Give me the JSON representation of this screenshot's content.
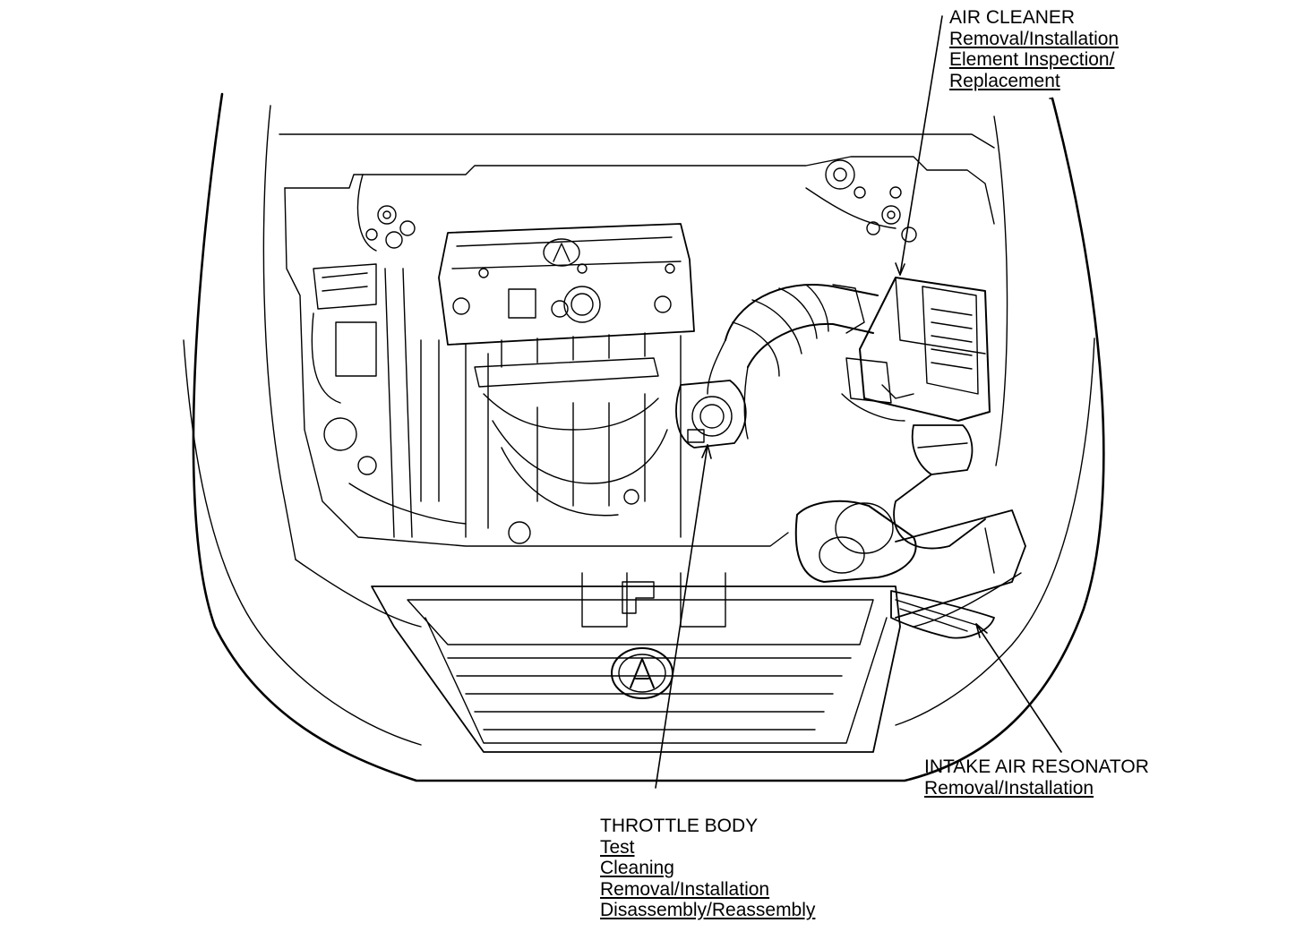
{
  "callouts": {
    "air_cleaner": {
      "title": "AIR CLEANER",
      "links": [
        "Removal/Installation",
        "Element Inspection/",
        "Replacement"
      ]
    },
    "intake_air_resonator": {
      "title": "INTAKE AIR RESONATOR",
      "links": [
        "Removal/Installation"
      ]
    },
    "throttle_body": {
      "title": "THROTTLE BODY",
      "links": [
        "Test",
        "Cleaning",
        "Removal/Installation",
        "Disassembly/Reassembly"
      ]
    }
  },
  "icons": [
    "acura-logo-icon"
  ]
}
